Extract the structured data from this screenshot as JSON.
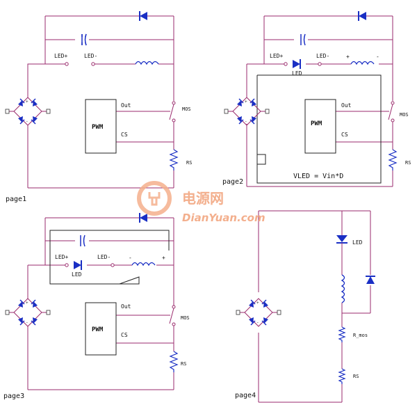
{
  "labels": {
    "led_plus": "LED+",
    "led_minus": "LED-",
    "led": "LED",
    "out": "Out",
    "cs": "CS",
    "pwm": "PWM",
    "mos": "MOS",
    "rs": "RS",
    "r_mos": "R_mos",
    "plus": "+",
    "minus": "-"
  },
  "equation": "VLED = Vin*D",
  "pages": {
    "p1": "page1",
    "p2": "page2",
    "p3": "page3",
    "p4": "page4"
  },
  "watermark": {
    "cn": "电源网",
    "en": "DianYuan.com"
  },
  "colors": {
    "wire": "#9a2a6c",
    "component": "#1a2fc4",
    "box_line": "#222222",
    "watermark": "#f2a27a"
  }
}
